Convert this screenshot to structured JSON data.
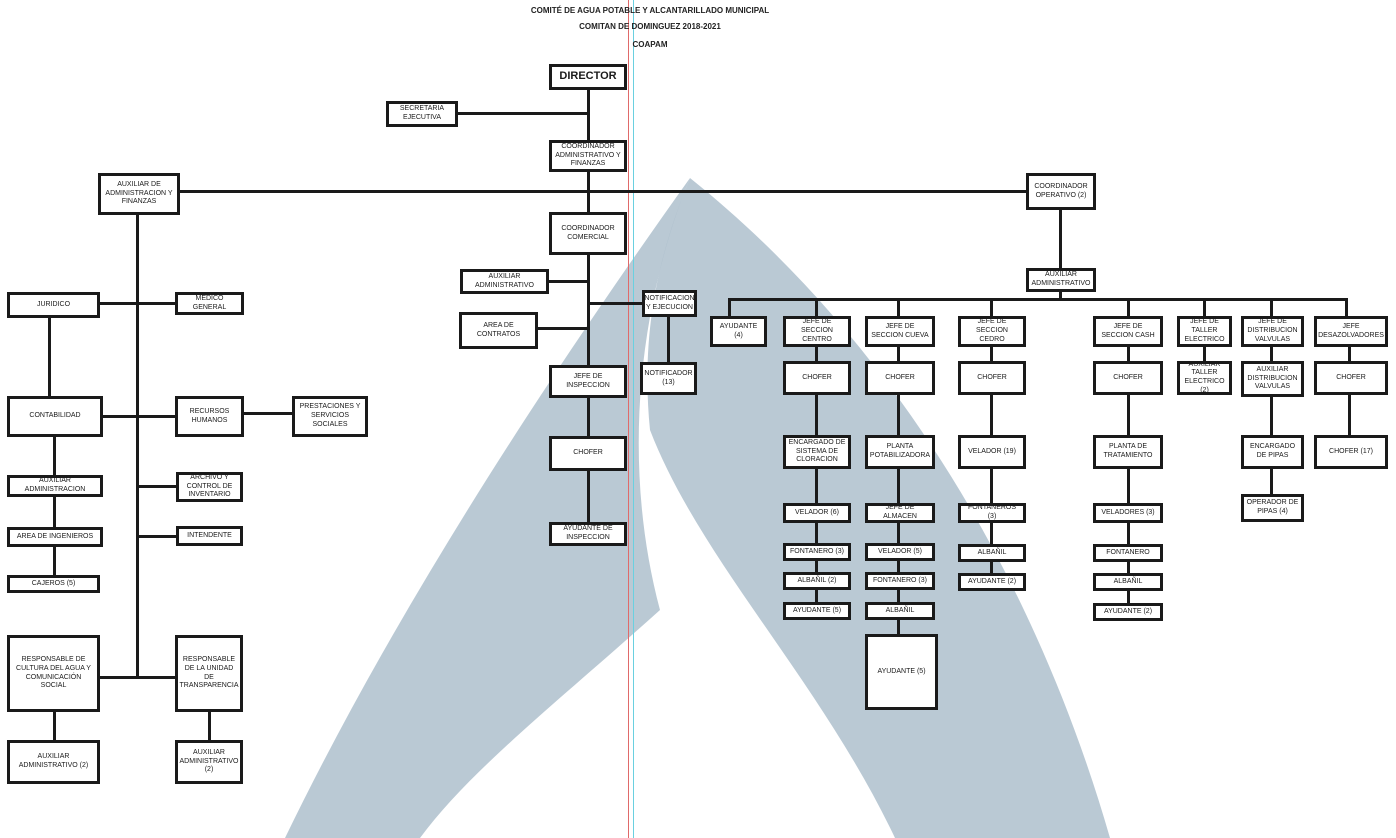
{
  "header": {
    "line1": "COMITÉ DE AGUA POTABLE Y ALCANTARILLADO MUNICIPAL",
    "line2": "COMITAN DE DOMINGUEZ 2018-2021",
    "line3": "COAPAM"
  },
  "colors": {
    "box_border": "#1a1a1a",
    "line": "#1a1a1a",
    "background": "#ffffff",
    "watermark": "#aebfcc"
  },
  "nodes": {
    "director": "DIRECTOR",
    "secretaria": "SECRETARIA EJECUTIVA",
    "coord_admin": "COORDINADOR ADMINISTRATIVO Y FINANZAS",
    "aux_admin_fin": "AUXILIAR DE ADMINISTRACION Y FINANZAS",
    "coord_operativo": "COORDINADOR OPERATIVO (2)",
    "coord_comercial": "COORDINADOR COMERCIAL",
    "aux_administrativo_com": "AUXILIAR ADMINISTRATIVO",
    "area_contratos": "AREA DE CONTRATOS",
    "notif_ejec": "NOTIFICACION Y EJECUCION",
    "jefe_inspeccion": "JEFE DE INSPECCION",
    "notificador": "NOTIFICADOR (13)",
    "chofer_insp": "CHOFER",
    "ayudante_insp": "AYUDANTE DE INSPECCION",
    "juridico": "JURIDICO",
    "medico": "MEDICO GENERAL",
    "contabilidad": "CONTABILIDAD",
    "rrhh": "RECURSOS HUMANOS",
    "prestaciones": "PRESTACIONES Y SERVICIOS SOCIALES",
    "aux_administracion": "AUXILIAR ADMINISTRACION",
    "archivo": "ARCHIVO Y CONTROL DE INVENTARIO",
    "area_ingenieros": "AREA DE INGENIEROS",
    "intendente": "INTENDENTE",
    "cajeros": "CAJEROS (5)",
    "resp_cultura": "RESPONSABLE DE CULTURA DEL AGUA Y COMUNICACIÓN SOCIAL",
    "resp_transparencia": "RESPONSABLE DE LA UNIDAD DE TRANSPARENCIA",
    "aux_adm_cultura": "AUXILIAR ADMINISTRATIVO (2)",
    "aux_adm_transp": "AUXILIAR ADMINISTRATIVO (2)",
    "aux_administrativo_op": "AUXILIAR ADMINISTRATIVO",
    "ayudante4": "AYUDANTE (4)",
    "jefe_centro": "JEFE DE SECCION CENTRO",
    "jefe_cueva": "JEFE DE SECCION CUEVA",
    "jefe_cedro": "JEFE DE SECCION CEDRO",
    "jefe_cash": "JEFE DE SECCION CASH",
    "jefe_taller": "JEFE DE TALLER ELECTRICO",
    "jefe_distribucion": "JEFE DE DISTRIBUCION VALVULAS",
    "jefe_desazolve": "JEFE DESAZOLVADORES",
    "centro_chofer": "CHOFER",
    "centro_encargado": "ENCARGADO DE SISTEMA DE CLORACION",
    "centro_velador": "VELADOR (6)",
    "centro_fontanero": "FONTANERO (3)",
    "centro_albanil": "ALBAÑIL (2)",
    "centro_ayudante": "AYUDANTE (5)",
    "cueva_chofer": "CHOFER",
    "cueva_planta": "PLANTA POTABILIZADORA",
    "cueva_jefe_almacen": "JEFE DE ALMACEN",
    "cueva_velador": "VELADOR (5)",
    "cueva_fontanero": "FONTANERO (3)",
    "cueva_albanil": "ALBAÑIL",
    "cueva_ayudante": "AYUDANTE (5)",
    "cedro_chofer": "CHOFER",
    "cedro_velador": "VELADOR (19)",
    "cedro_fontaneros": "FONTANEROS (3)",
    "cedro_albanil": "ALBAÑIL",
    "cedro_ayudante": "AYUDANTE (2)",
    "cash_chofer": "CHOFER",
    "cash_planta": "PLANTA DE TRATAMIENTO",
    "cash_veladores": "VELADORES (3)",
    "cash_fontanero": "FONTANERO",
    "cash_albanil": "ALBAÑIL",
    "cash_ayudante": "AYUDANTE (2)",
    "taller_aux": "AUXILIAR TALLER ELECTRICO (2)",
    "dist_aux": "AUXILIAR DISTRIBUCION VALVULAS",
    "dist_encargado": "ENCARGADO DE PIPAS",
    "dist_operador": "OPERADOR DE PIPAS (4)",
    "desaz_chofer": "CHOFER",
    "desaz_chofer17": "CHOFER (17)"
  }
}
